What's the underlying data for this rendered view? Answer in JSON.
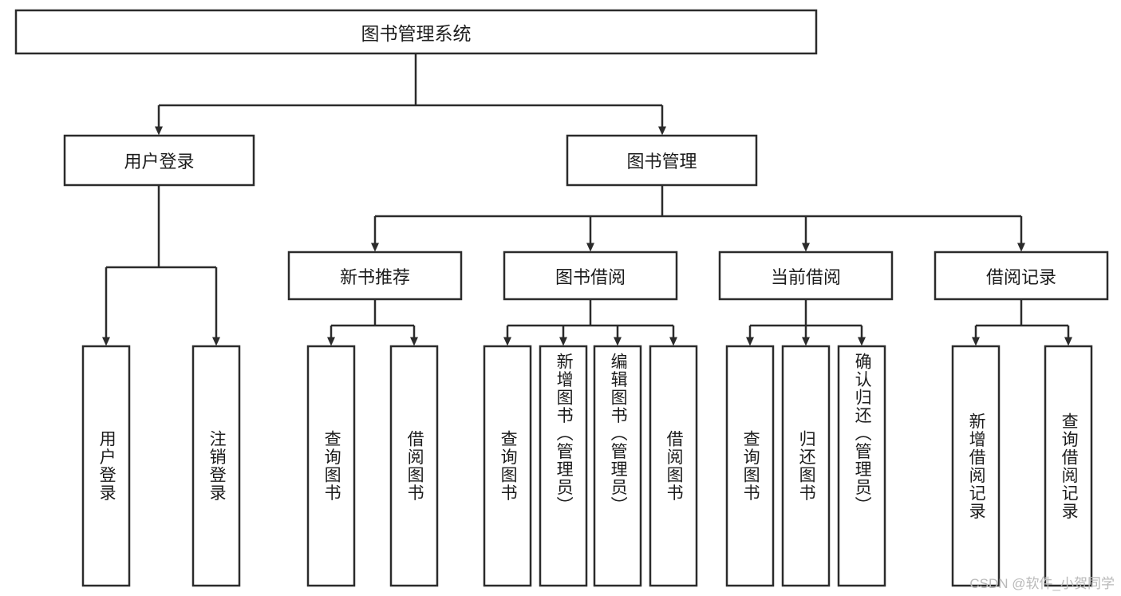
{
  "diagram": {
    "type": "tree-hierarchy-flowchart",
    "title": "图书管理系统",
    "root": {
      "id": "root",
      "label": "图书管理系统",
      "orientation": "horizontal"
    },
    "level2": [
      {
        "id": "user-login",
        "label": "用户登录",
        "orientation": "horizontal"
      },
      {
        "id": "book-manage",
        "label": "图书管理",
        "orientation": "horizontal"
      }
    ],
    "level3": [
      {
        "id": "new-book-recommend",
        "label": "新书推荐",
        "orientation": "horizontal",
        "parent": "book-manage"
      },
      {
        "id": "book-borrow",
        "label": "图书借阅",
        "orientation": "horizontal",
        "parent": "book-manage"
      },
      {
        "id": "current-borrow",
        "label": "当前借阅",
        "orientation": "horizontal",
        "parent": "book-manage"
      },
      {
        "id": "borrow-record",
        "label": "借阅记录",
        "orientation": "horizontal",
        "parent": "book-manage"
      }
    ],
    "leaves": [
      {
        "id": "leaf-user-login",
        "label": "用户登录",
        "orientation": "vertical",
        "parent": "user-login"
      },
      {
        "id": "leaf-logout",
        "label": "注销登录",
        "orientation": "vertical",
        "parent": "user-login"
      },
      {
        "id": "leaf-query-book-1",
        "label": "查询图书",
        "orientation": "vertical",
        "parent": "new-book-recommend"
      },
      {
        "id": "leaf-borrow-book-1",
        "label": "借阅图书",
        "orientation": "vertical",
        "parent": "new-book-recommend"
      },
      {
        "id": "leaf-query-book-2",
        "label": "查询图书",
        "orientation": "vertical",
        "parent": "book-borrow"
      },
      {
        "id": "leaf-add-book",
        "label": "新增图书（管理员）",
        "orientation": "vertical",
        "parent": "book-borrow"
      },
      {
        "id": "leaf-edit-book",
        "label": "编辑图书（管理员）",
        "orientation": "vertical",
        "parent": "book-borrow"
      },
      {
        "id": "leaf-borrow-book-2",
        "label": "借阅图书",
        "orientation": "vertical",
        "parent": "book-borrow"
      },
      {
        "id": "leaf-query-book-3",
        "label": "查询图书",
        "orientation": "vertical",
        "parent": "current-borrow"
      },
      {
        "id": "leaf-return-book",
        "label": "归还图书",
        "orientation": "vertical",
        "parent": "current-borrow"
      },
      {
        "id": "leaf-confirm-return",
        "label": "确认归还（管理员）",
        "orientation": "vertical",
        "parent": "current-borrow"
      },
      {
        "id": "leaf-add-record",
        "label": "新增借阅记录",
        "orientation": "vertical",
        "parent": "borrow-record"
      },
      {
        "id": "leaf-query-record",
        "label": "查询借阅记录",
        "orientation": "vertical",
        "parent": "borrow-record"
      }
    ],
    "colors": {
      "box_border": "#2b2b2b",
      "box_fill": "#ffffff",
      "connector": "#2b2b2b",
      "text": "#1c1c1c",
      "background": "#ffffff",
      "watermark": "#b9b9b9"
    }
  },
  "watermark": {
    "text": "CSDN @软件_小贺同学"
  }
}
